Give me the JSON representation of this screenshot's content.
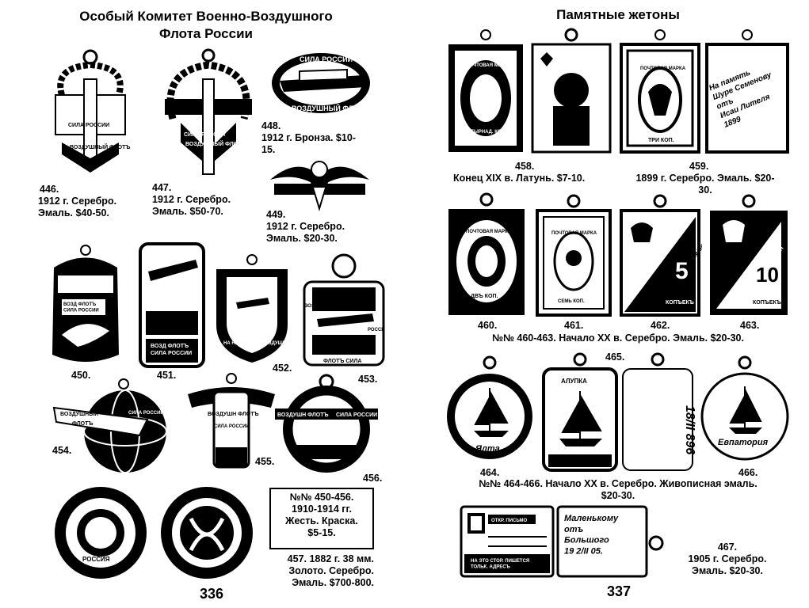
{
  "left": {
    "title": "Особый Комитет Военно-Воздушного\nФлота России",
    "items": {
      "i446": {
        "number": "446.",
        "text": "1912 г. Серебро.\nЭмаль. $40-50."
      },
      "i447": {
        "number": "447.",
        "text": "1912 г. Серебро.\nЭмаль. $50-70."
      },
      "i448": {
        "number": "448.",
        "text": "1912 г. Бронза. $10-\n15."
      },
      "i449": {
        "number": "449.",
        "text": "1912 г. Серебро.\nЭмаль. $20-30."
      },
      "i450": {
        "number": "450."
      },
      "i451": {
        "number": "451."
      },
      "i452": {
        "number": "452."
      },
      "i453": {
        "number": "453."
      },
      "i454": {
        "number": "454."
      },
      "i455": {
        "number": "455."
      },
      "i456": {
        "number": "456."
      },
      "i457": {
        "text": "457. 1882 г. 38 мм.\nЗолото. Серебро.\nЭмаль. $700-800."
      }
    },
    "group_box": "№№ 450-456.\n1910-1914 гг.\nЖесть. Краска.\n$5-15.",
    "page_number": "336"
  },
  "right": {
    "title": "Памятные жетоны",
    "items": {
      "i458": {
        "number": "458.",
        "text": "Конец XIX в. Латунь. $7-10."
      },
      "i459": {
        "number": "459.",
        "text": "1899 г. Серебро. Эмаль. $20-\n30."
      },
      "i460": {
        "number": "460."
      },
      "i461": {
        "number": "461."
      },
      "i462": {
        "number": "462."
      },
      "i463": {
        "number": "463."
      },
      "i464": {
        "number": "464."
      },
      "i465": {
        "number": "465."
      },
      "i466": {
        "number": "466."
      },
      "i467": {
        "text": "467.\n1905 г. Серебро.\nЭмаль. $20-30."
      }
    },
    "group_460_463": "№№ 460-463. Начало XX в. Серебро. Эмаль. $20-30.",
    "group_464_466": "№№ 464-466. Начало XX в. Серебро. Живописная эмаль.\n$20-30.",
    "page_number": "337"
  },
  "badge_inscriptions": {
    "b446_a": "СИЛА РОССИИ",
    "b446_b": "ВОЗДУШНЫЙ ФЛОТЪ",
    "b447_a": "СИЛА РОССИИ",
    "b447_b": "ВОЗДУШНЫЙ ФЛОТЪ",
    "b448_a": "СИЛА РОССИИ",
    "b448_b": "ВОЗДУШНЫЙ ФЛОТЪ",
    "b450": "ВОЗД ФЛОТЪ\nСИЛА РОССИИ",
    "b451": "ВОЗД ФЛОТЪ\nСИЛА РОССИИ",
    "b452": "НА НАРОДНЫЙ ВОЗДУШНЫЙ ФЛОТЪ",
    "b453_a": "ВОЗДУШ",
    "b453_b": "ФЛОТЪ СИЛА",
    "b453_c": "РОССИ",
    "b454_a": "ВОЗДУШНЫЙ",
    "b454_b": "ФЛОТЪ",
    "b454_c": "СИЛА РОССИИ",
    "b455_a": "ВОЗДУШН ФЛОТЪ",
    "b455_b": "СИЛА РОССИИ",
    "b456_a": "ВОЗДУШН ФЛОТЪ",
    "b456_b": "СИЛА РОССИИ",
    "b457": "РОССИЯ",
    "b458_a": "ПОЧТОВАЯ МАРКА",
    "b458_b": "ЧЕТЫРНАД. КОП.",
    "b459_a": "ПОЧТОВАЯ МАРКА",
    "b459_b": "ТРИ КОП.",
    "b459_c": "На память\nШуре Семенову\nотъ\nИсаи Лителя\n1899",
    "b460_a": "ПОЧТОВАЯ МАРКА",
    "b460_b": "ДВЪ КОП.",
    "b461_a": "ПОЧТОВАЯ МАРКА",
    "b461_b": "СЕМЬ КОП.",
    "b462_a": "СБЕРЕГАТЕЛЬНАЯ МАРКА",
    "b462_b": "5",
    "b462_c": "КОПЪЕКЪ",
    "b463_a": "СБЕРЕГАТЕЛЬНАЯ",
    "b463_b": "10",
    "b463_c": "КОПЪЕКЪ",
    "b464": "Ялта",
    "b465_a": "АЛУПКА",
    "b465_b": "18/II 896",
    "b466": "Евпатория",
    "b467_a": "ОТКР. ПИСЬМО",
    "b467_b": "НА ЭТО СТОР. ПИШЕТСЯ\nТОЛЬК. АДРЕСЪ",
    "b467_c": "Маленькому\nотъ\nБольшого\n19 2/II 05."
  }
}
